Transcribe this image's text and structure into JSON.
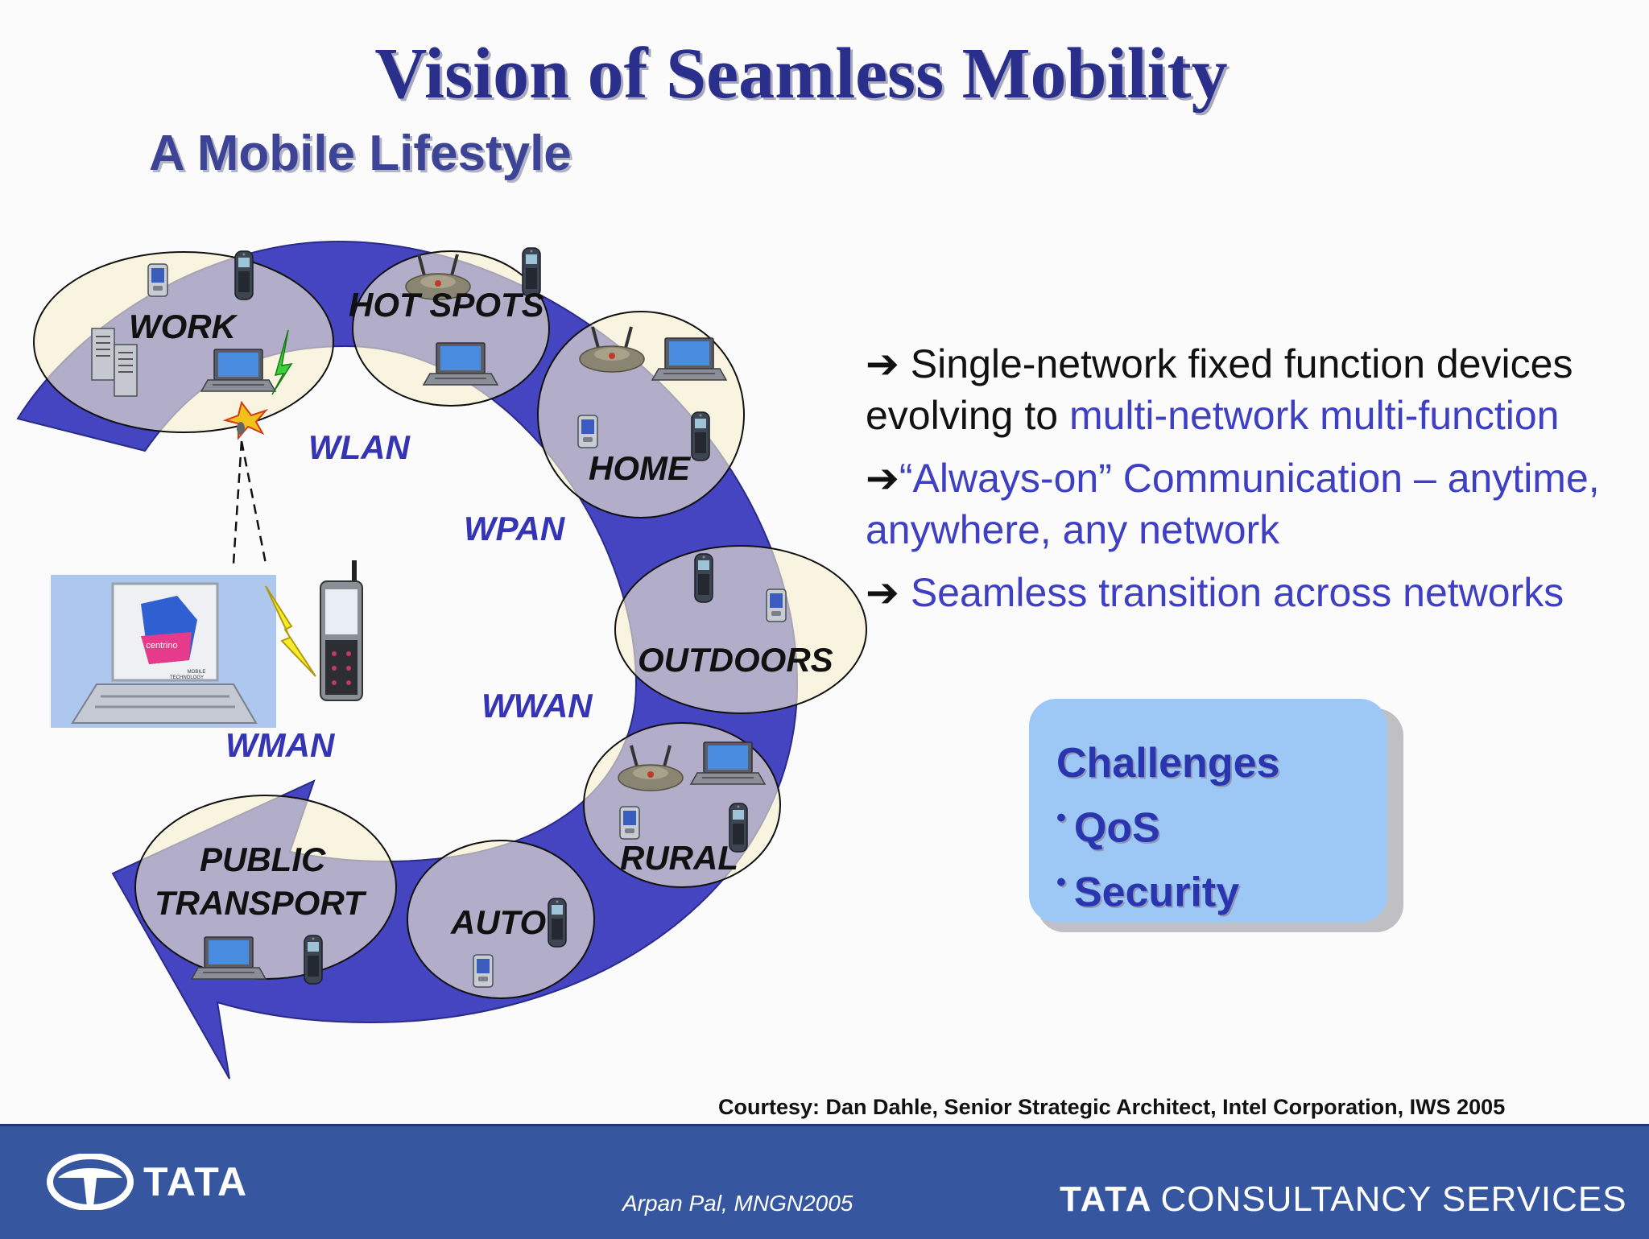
{
  "title": "Vision of Seamless Mobility",
  "subtitle": "A Mobile Lifestyle",
  "diagram": {
    "locations": {
      "work": "WORK",
      "hot_spots": "HOT SPOTS",
      "home": "HOME",
      "outdoors": "OUTDOORS",
      "rural": "RURAL",
      "auto": "AUTO",
      "public_transport_line1": "PUBLIC",
      "public_transport_line2": "TRANSPORT"
    },
    "networks": {
      "wlan": "WLAN",
      "wpan": "WPAN",
      "wwan": "WWAN",
      "wman": "WMAN"
    },
    "laptop_badge": {
      "line1": "centrino",
      "line2": "MOBILE",
      "line3": "TECHNOLOGY"
    }
  },
  "bullets": [
    {
      "arrow": "➔",
      "text_plain": " Single-network fixed function devices evolving to ",
      "text_highlight": "multi-network multi-function"
    },
    {
      "arrow": "➔",
      "text_plain": "",
      "text_highlight": "“Always-on” Communication – anytime, anywhere, any network"
    },
    {
      "arrow": "➔",
      "text_plain": " ",
      "text_highlight": "Seamless transition across networks"
    }
  ],
  "challenges": {
    "title": "Challenges",
    "items": [
      "QoS",
      "Security"
    ]
  },
  "courtesy": "Courtesy: Dan Dahle,  Senior Strategic Architect, Intel Corporation, IWS 2005",
  "footer": {
    "left_brand": "TATA",
    "author": "Arpan Pal,  MNGN2005",
    "right_brand_bold": "TATA",
    "right_brand_rest": "CONSULTANCY SERVICES"
  },
  "colors": {
    "title": "#2a2f8c",
    "ring": "#4545c2",
    "highlight": "#3f3fc4",
    "challenges_bg": "#9dc8f6",
    "footer_bg": "#3656a0"
  }
}
